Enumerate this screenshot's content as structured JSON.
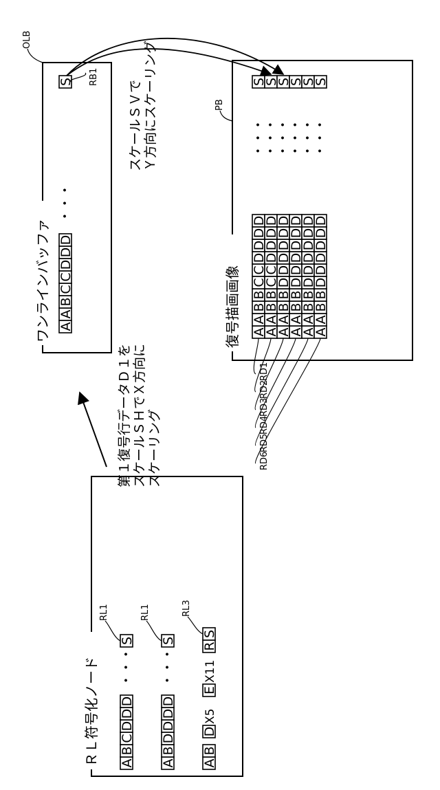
{
  "figure": {
    "rl_node": {
      "title": "ＲＬ符号化ノード",
      "rows": [
        {
          "cells": [
            "A",
            "B",
            "C",
            "D",
            "D",
            "D"
          ],
          "continuation": "・・・",
          "end": [
            "S"
          ],
          "label": "RL1",
          "extra": []
        },
        {
          "cells": [
            "A",
            "B",
            "D",
            "D",
            "D",
            "D"
          ],
          "continuation": "・・・",
          "end": [
            "S"
          ],
          "label": "RL1",
          "extra": []
        },
        {
          "cells": [
            "A",
            "B"
          ],
          "continuation": "",
          "end": [
            "R",
            "S"
          ],
          "label": "RL3",
          "extra": [
            {
              "cell": "D",
              "count": "X5"
            },
            {
              "cell": "E",
              "count": "X11"
            }
          ]
        }
      ]
    },
    "step1_caption": [
      "第１復号行データＤ１を",
      "スケールＳＨでＸ方向に",
      "スケーリング"
    ],
    "one_line_buffer": {
      "title": "ワンラインバッファ",
      "ref": "OLB",
      "cells": [
        "A",
        "A",
        "B",
        "C",
        "C",
        "D",
        "D",
        "D"
      ],
      "continuation": "・・・",
      "end": [
        "S"
      ],
      "end_label": "RB1"
    },
    "step2_caption": [
      "スケールＳＶで",
      "Ｙ方向にスケーリング"
    ],
    "decoded_image": {
      "title": "復号描画画像",
      "ref": "PB",
      "rows": [
        {
          "label": "RD1",
          "cells": [
            "A",
            "A",
            "B",
            "B",
            "C",
            "C",
            "D",
            "D",
            "D",
            "D"
          ]
        },
        {
          "label": "RD2",
          "cells": [
            "A",
            "A",
            "B",
            "B",
            "C",
            "C",
            "D",
            "D",
            "D",
            "D"
          ]
        },
        {
          "label": "RD3",
          "cells": [
            "A",
            "A",
            "B",
            "B",
            "D",
            "D",
            "D",
            "D",
            "D",
            "D"
          ]
        },
        {
          "label": "RD4",
          "cells": [
            "A",
            "A",
            "B",
            "B",
            "D",
            "D",
            "D",
            "D",
            "D",
            "D"
          ]
        },
        {
          "label": "RD5",
          "cells": [
            "A",
            "A",
            "B",
            "B",
            "D",
            "D",
            "D",
            "D",
            "D",
            "D"
          ]
        },
        {
          "label": "RD6",
          "cells": [
            "A",
            "A",
            "B",
            "B",
            "D",
            "D",
            "D",
            "D",
            "D",
            "D"
          ]
        }
      ],
      "continuation": "・・・",
      "end_cell": "S"
    }
  }
}
